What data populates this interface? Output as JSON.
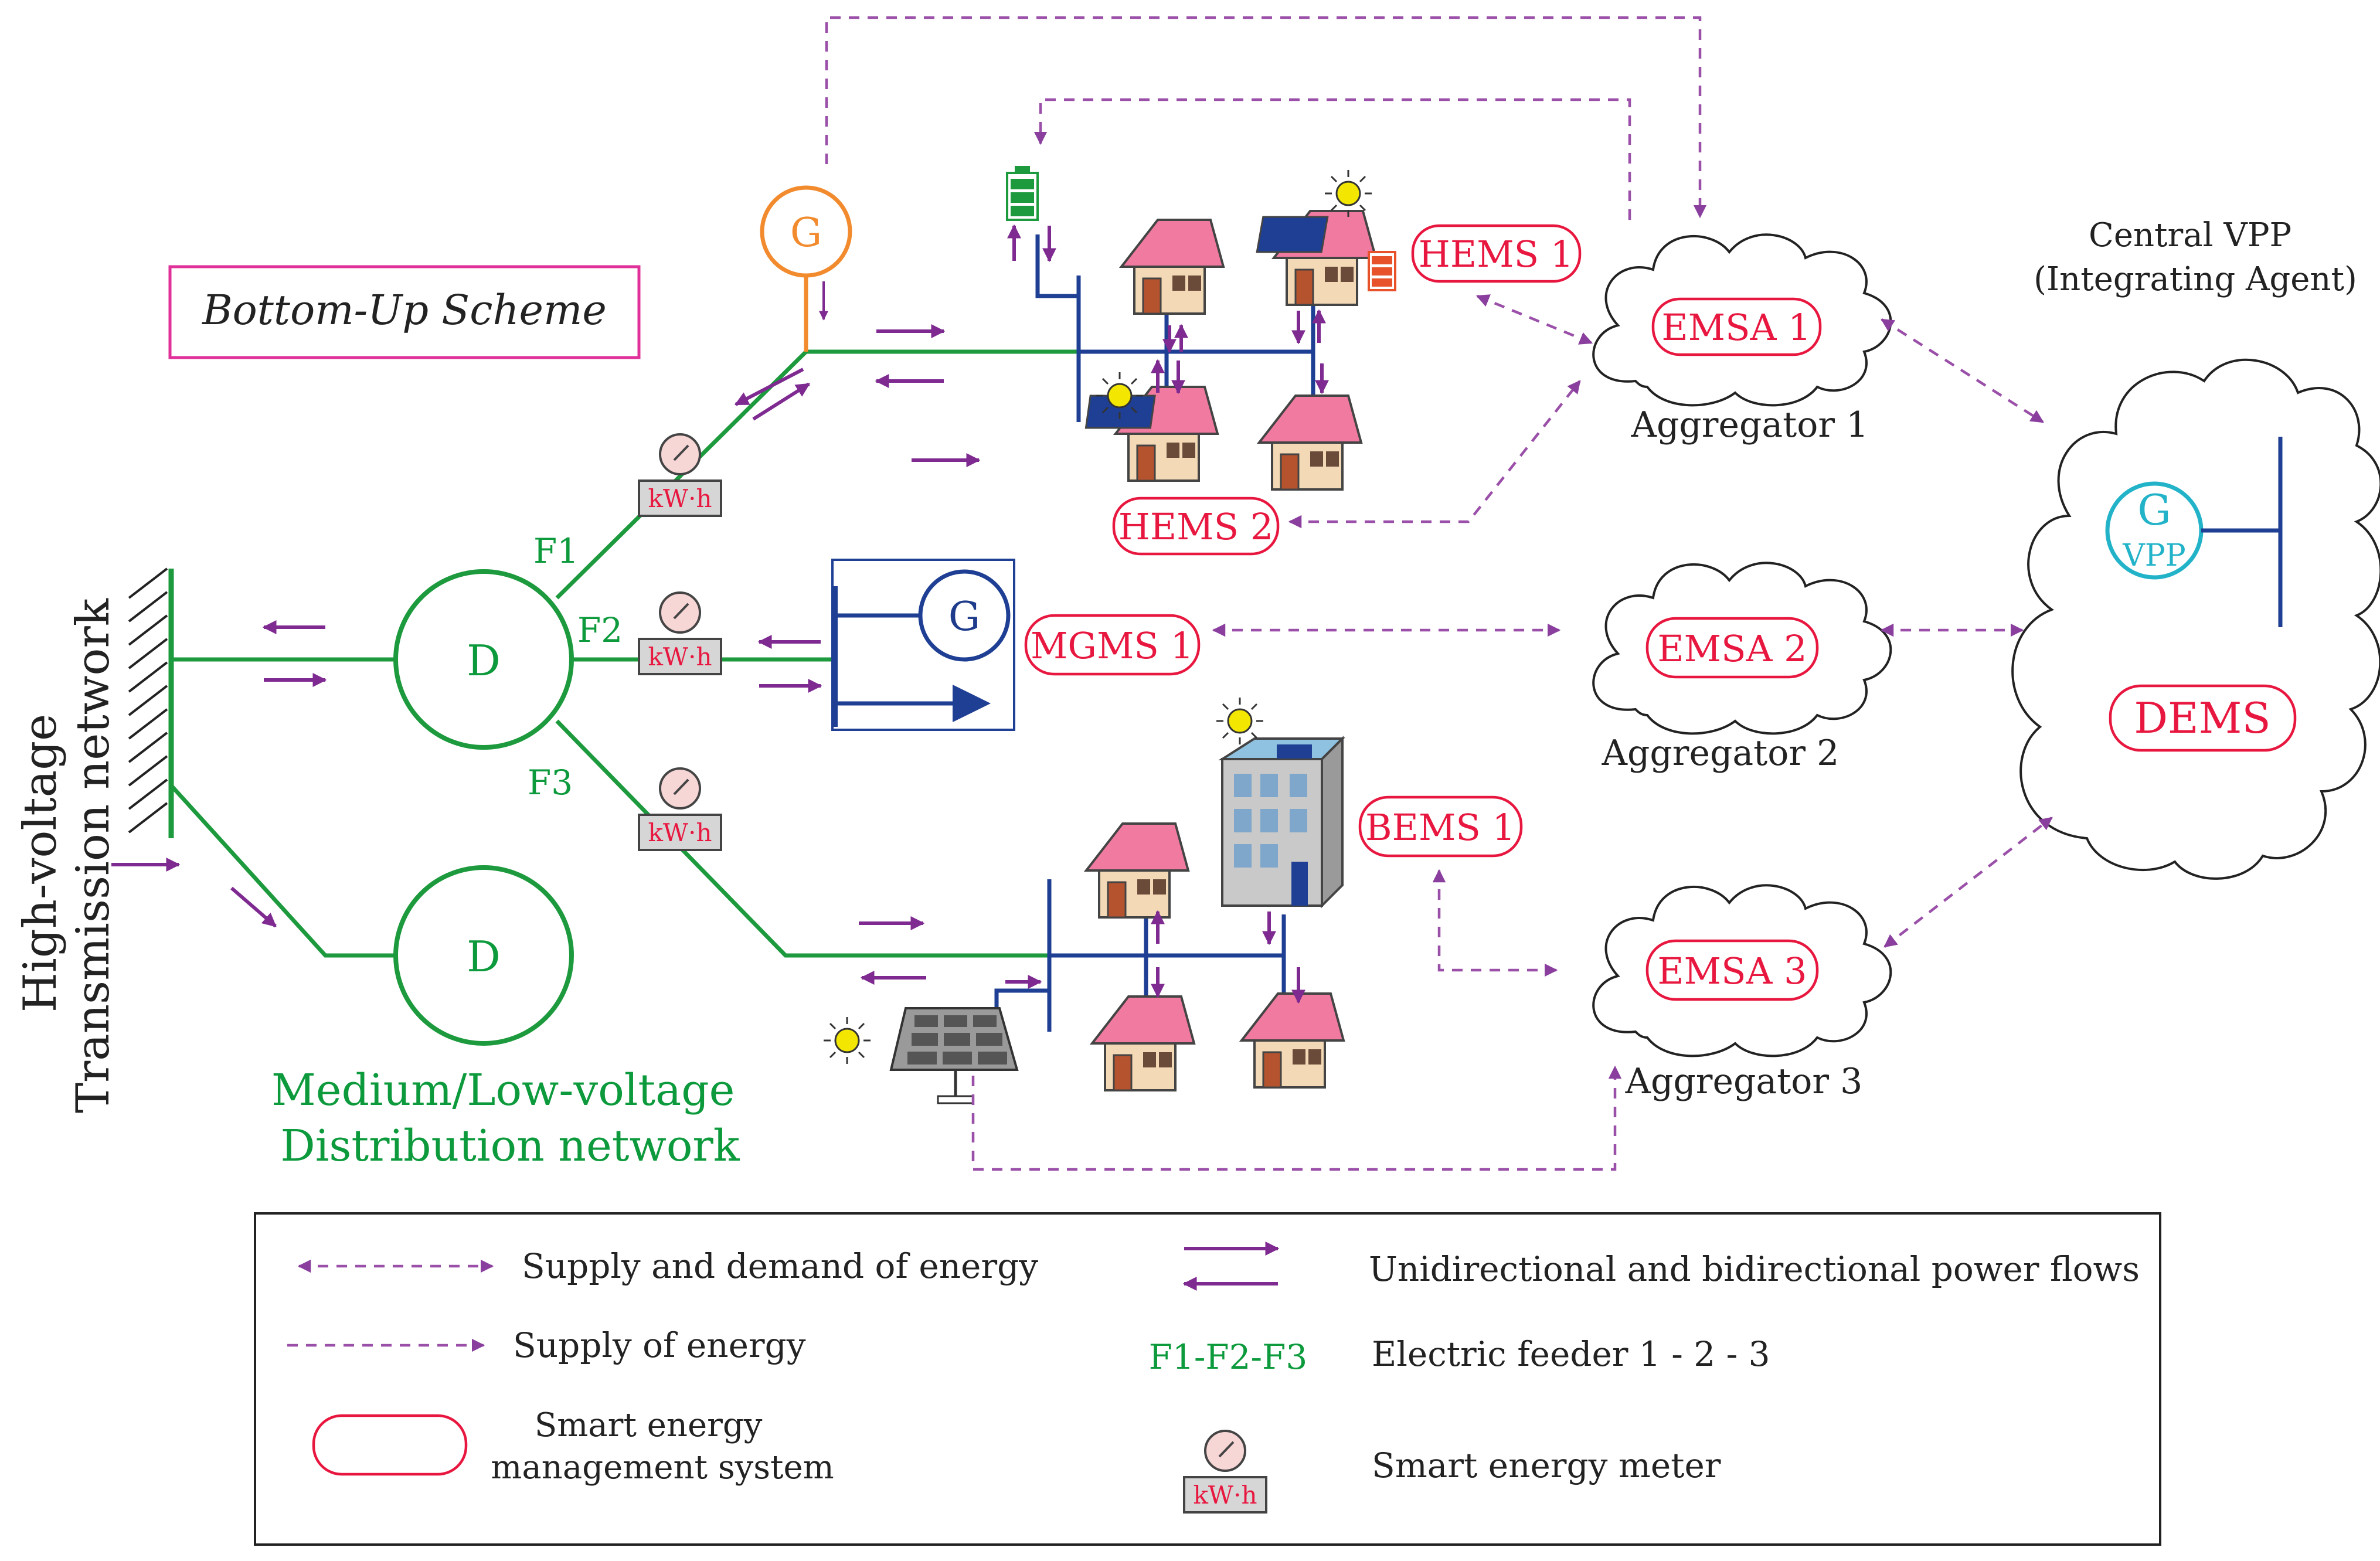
{
  "title": "Bottom-Up Scheme",
  "high_voltage_label": [
    "High-voltage",
    "Transmission network"
  ],
  "distribution_label": [
    "Medium/Low-voltage",
    "Distribution network"
  ],
  "feeders": [
    "F1",
    "F2",
    "F3"
  ],
  "distribution_node": "D",
  "generator": "G",
  "meter_unit": "kW·h",
  "ems": {
    "hems1": "HEMS 1",
    "hems2": "HEMS 2",
    "mgms1": "MGMS 1",
    "bems1": "BEMS 1",
    "emsa1": "EMSA 1",
    "emsa2": "EMSA 2",
    "emsa3": "EMSA 3",
    "dems": "DEMS"
  },
  "aggregators": [
    "Aggregator 1",
    "Aggregator 2",
    "Aggregator 3"
  ],
  "central_vpp": [
    "Central VPP",
    "(Integrating Agent)"
  ],
  "vpp_sub": "VPP",
  "legend": {
    "supply_demand": "Supply and demand of energy",
    "supply": "Supply of energy",
    "smart_ems": [
      "Smart energy",
      "management system"
    ],
    "power_flows": "Unidirectional and bidirectional power flows",
    "feeder_code": "F1-F2-F3",
    "feeder_desc": "Electric feeder 1 -  2 -  3",
    "meter_desc": "Smart energy meter"
  },
  "colors": {
    "green": "#1c9a3d",
    "blue": "#1e3f93",
    "purple": "#7e2a91",
    "red": "#e8173f",
    "magenta": "#e0309a",
    "orange": "#f28a2e",
    "cyan": "#22b3c9"
  }
}
